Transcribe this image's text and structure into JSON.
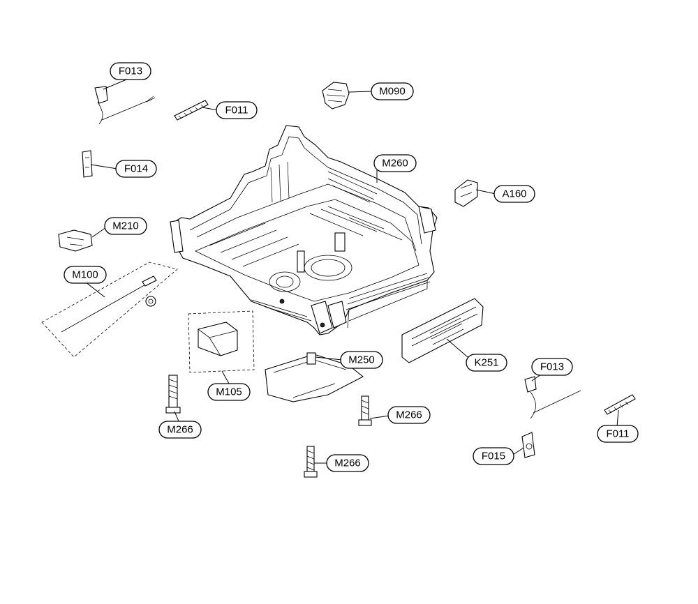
{
  "diagram": {
    "callouts": [
      {
        "id": "F013_a",
        "text": "F013"
      },
      {
        "id": "F011_a",
        "text": "F011"
      },
      {
        "id": "M090",
        "text": "M090"
      },
      {
        "id": "F014",
        "text": "F014"
      },
      {
        "id": "M260",
        "text": "M260"
      },
      {
        "id": "A160",
        "text": "A160"
      },
      {
        "id": "M210",
        "text": "M210"
      },
      {
        "id": "M100",
        "text": "M100"
      },
      {
        "id": "M250",
        "text": "M250"
      },
      {
        "id": "K251",
        "text": "K251"
      },
      {
        "id": "F013_b",
        "text": "F013"
      },
      {
        "id": "M105",
        "text": "M105"
      },
      {
        "id": "M266_a",
        "text": "M266"
      },
      {
        "id": "M266_b",
        "text": "M266"
      },
      {
        "id": "M266_c",
        "text": "M266"
      },
      {
        "id": "F011_b",
        "text": "F011"
      },
      {
        "id": "F015",
        "text": "F015"
      }
    ]
  }
}
